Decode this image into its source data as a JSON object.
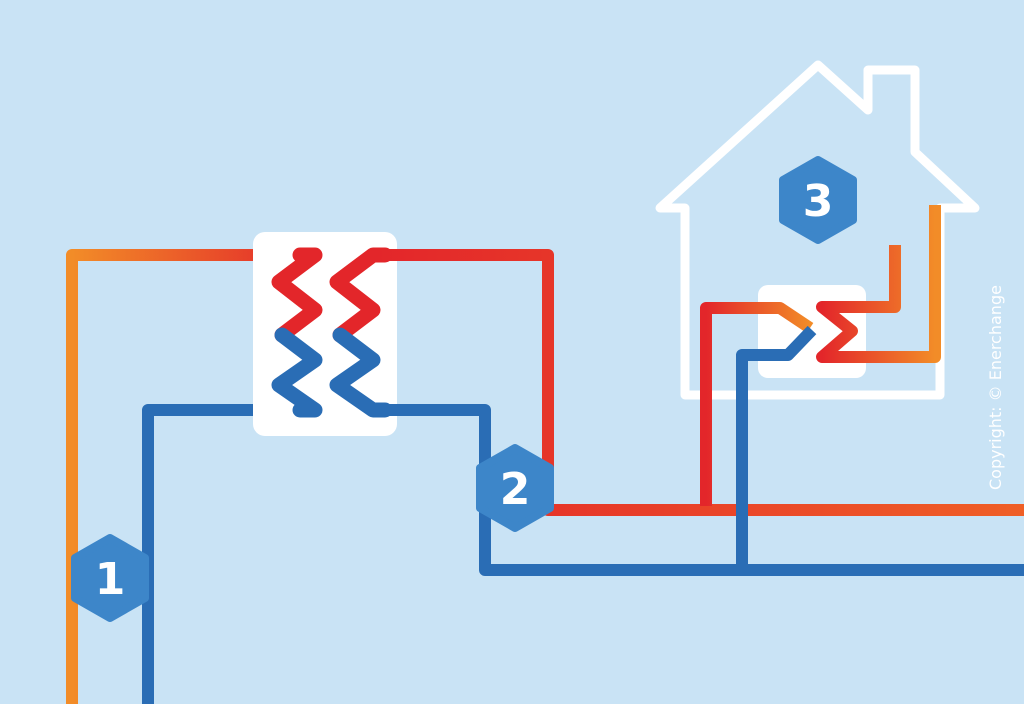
{
  "badges": [
    {
      "label": "1"
    },
    {
      "label": "2"
    },
    {
      "label": "3"
    }
  ],
  "copyright": "Copyright: © Enerchange",
  "colors": {
    "background": "#c9e3f5",
    "hot": "#e3262a",
    "warm": "#f28c28",
    "cold": "#2a6db5",
    "badge": "#3d86c9",
    "white": "#ffffff"
  }
}
